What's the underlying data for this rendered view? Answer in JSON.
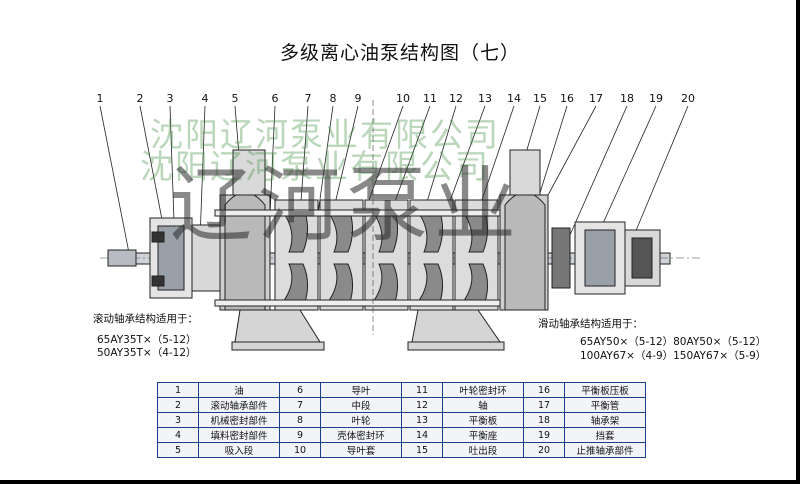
{
  "title": "多级离心油泵结构图（七）",
  "part_numbers": [
    "1",
    "2",
    "3",
    "4",
    "5",
    "6",
    "7",
    "8",
    "9",
    "10",
    "11",
    "12",
    "13",
    "14",
    "15",
    "16",
    "17",
    "18",
    "19",
    "20"
  ],
  "watermark": {
    "line1": "沈阳辽河泵业有限公司",
    "line2": "沈阳辽河泵业有限公司",
    "big": "辽河泵业"
  },
  "notes": {
    "left_heading": "滚动轴承结构适用于：",
    "left_line1": "65AY35T×（5-12）",
    "left_line2": "50AY35T×（4-12）",
    "right_heading": "滑动轴承结构适用于：",
    "right_line1": "65AY50×（5-12）80AY50×（5-12）",
    "right_line2": "100AY67×（4-9）150AY67×（5-9）"
  },
  "parts_table": [
    [
      "1",
      "油",
      "6",
      "导叶",
      "11",
      "叶轮密封环",
      "16",
      "平衡板压板"
    ],
    [
      "2",
      "滚动轴承部件",
      "7",
      "中段",
      "12",
      "轴",
      "17",
      "平衡管"
    ],
    [
      "3",
      "机械密封部件",
      "8",
      "叶轮",
      "13",
      "平衡板",
      "18",
      "轴承架"
    ],
    [
      "4",
      "填料密封部件",
      "9",
      "壳体密封环",
      "14",
      "平衡座",
      "19",
      "挡套"
    ],
    [
      "5",
      "吸入段",
      "10",
      "导叶套",
      "15",
      "吐出段",
      "20",
      "止推轴承部件"
    ]
  ],
  "colors": {
    "table_border": "#1b3f8a",
    "table_row": "#f2f4f8"
  }
}
